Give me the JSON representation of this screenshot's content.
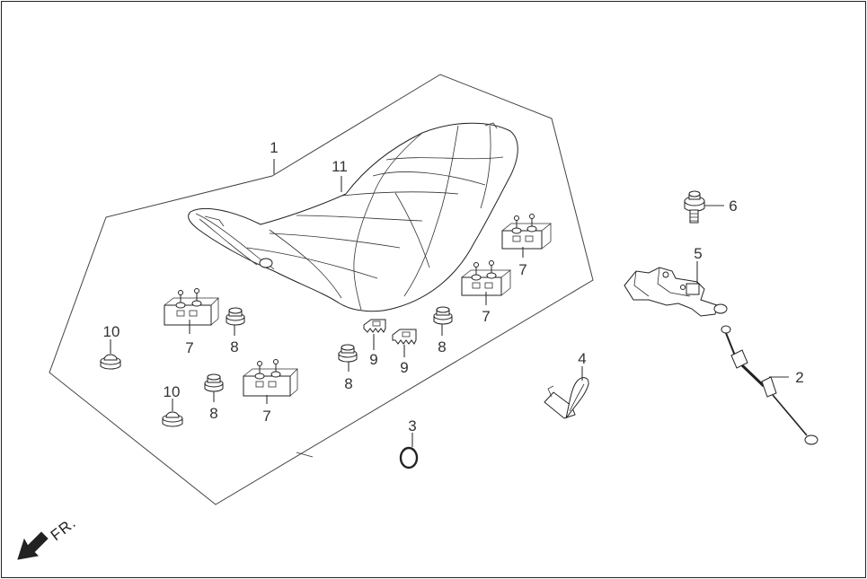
{
  "diagram": {
    "direction_label": "FR.",
    "callouts": {
      "seat_assembly": "1",
      "cable": "2",
      "o_ring": "3",
      "hook": "4",
      "seat_lock": "5",
      "bolt": "6",
      "rubber_cushion": "7",
      "nut": "8",
      "clip": "9",
      "cap_nut": "10",
      "seat_cover": "11"
    }
  }
}
